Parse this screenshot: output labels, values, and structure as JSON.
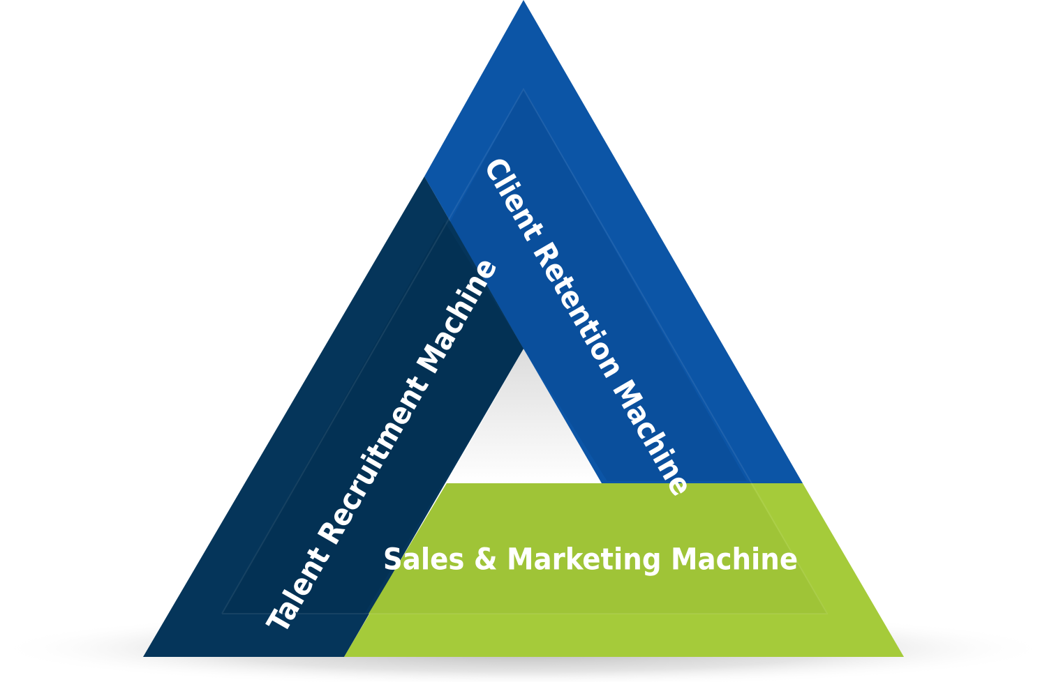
{
  "diagram": {
    "segments": [
      {
        "id": "client-retention",
        "label": "Client Retention Machine",
        "color": "#0c55a6"
      },
      {
        "id": "talent-recruitment",
        "label": "Talent Recruitment Machine",
        "color": "#05355a"
      },
      {
        "id": "sales-marketing",
        "label": "Sales & Marketing Machine",
        "color": "#a5cb3a"
      }
    ]
  }
}
